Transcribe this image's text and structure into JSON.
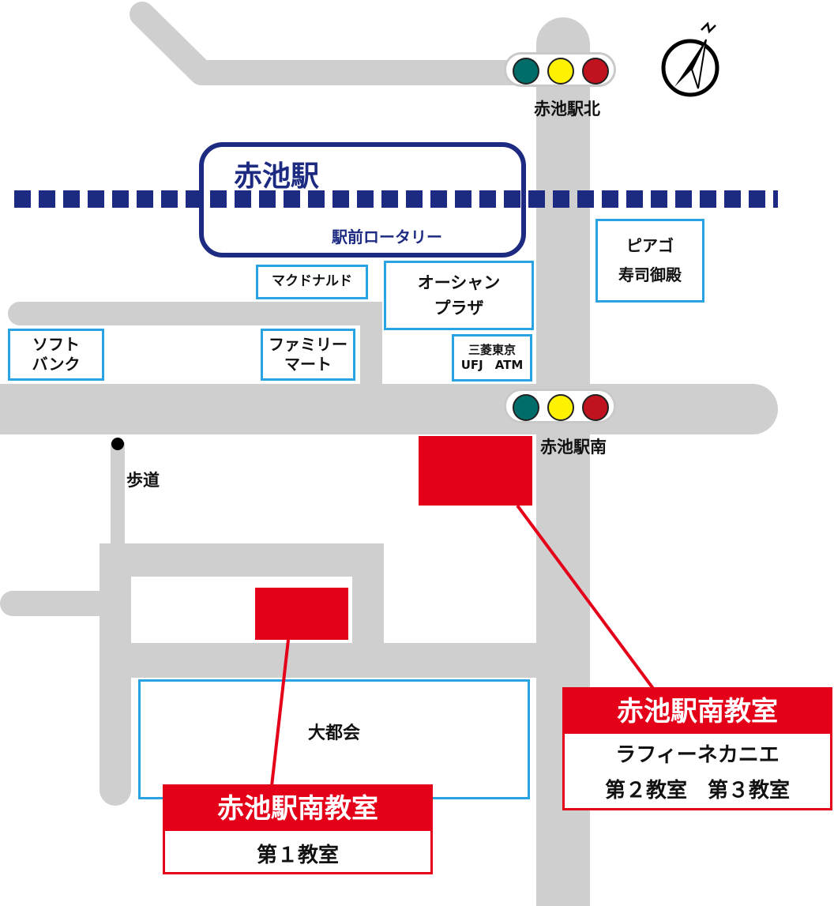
{
  "station": {
    "name": "赤池駅",
    "rotary": "駅前ロータリー"
  },
  "signals": [
    {
      "name": "赤池駅北"
    },
    {
      "name": "赤池駅南"
    }
  ],
  "signal_colors": {
    "green": "#006d6b",
    "yellow": "#fff200",
    "red": "#c1121f"
  },
  "shops": {
    "piago": [
      "ピアゴ",
      "寿司御殿"
    ],
    "mcdonalds": "マクドナルド",
    "ocean": [
      "オーシャン",
      "プラザ"
    ],
    "softbank": [
      "ソフト",
      "バンク"
    ],
    "familymart": [
      "ファミリー",
      "マート"
    ],
    "atm": [
      "三菱東京",
      "UFJ　ATM"
    ],
    "daitokai": "大都会"
  },
  "walkway": "歩道",
  "classroom1": {
    "title": "赤池駅南教室",
    "lines": [
      "第１教室"
    ]
  },
  "classroom2": {
    "title": "赤池駅南教室",
    "lines": [
      "ラフィーネカニエ",
      "第２教室　第３教室"
    ]
  },
  "colors": {
    "rail": "#1d2a82",
    "road": "#cfcfcf",
    "marker": "#e5001a",
    "shop_border": "#29a3e1"
  }
}
